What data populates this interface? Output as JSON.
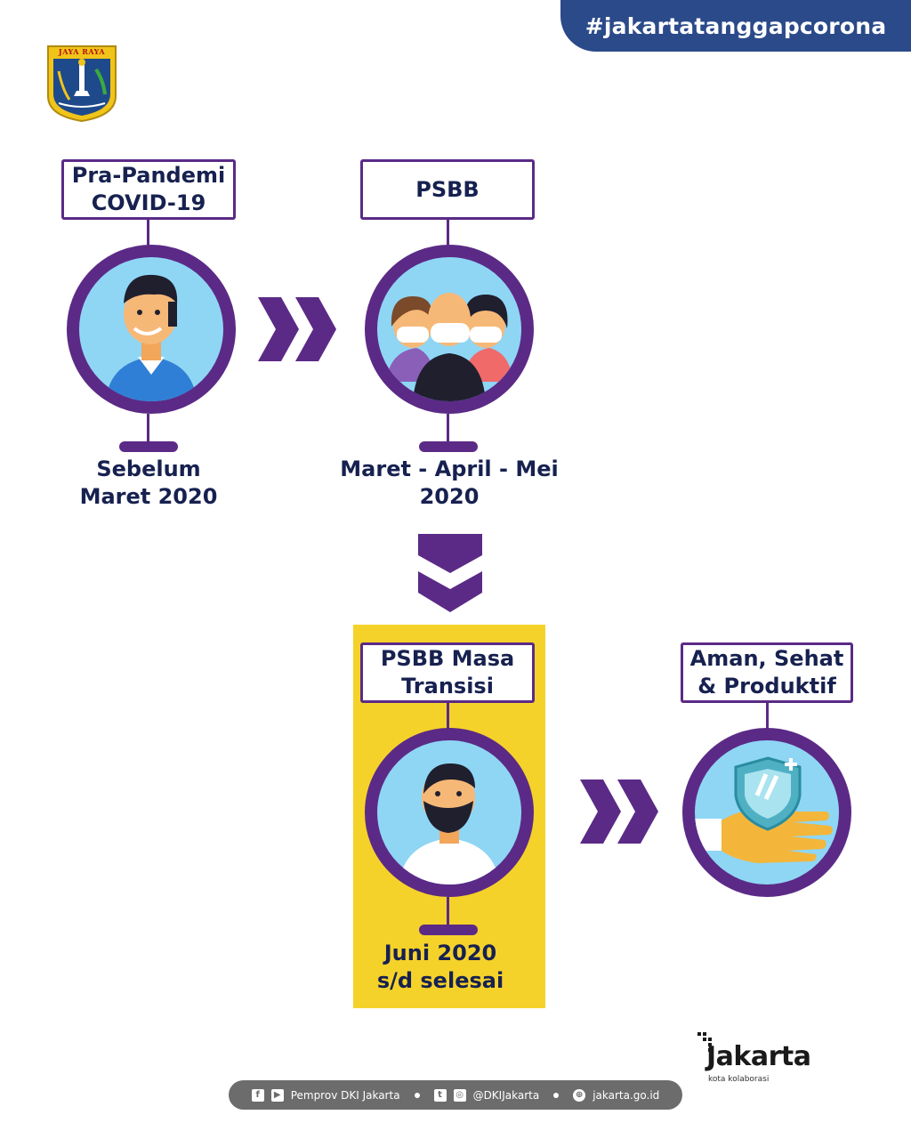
{
  "header": {
    "hashtag": "#jakartatanggapcorona"
  },
  "logo": {
    "text": "JAYA RAYA"
  },
  "stages": [
    {
      "title_line1": "Pra-Pandemi",
      "title_line2": "COVID-19",
      "date_line1": "Sebelum",
      "date_line2": "Maret 2020",
      "icon": "man-smiling-icon"
    },
    {
      "title_line1": "PSBB",
      "title_line2": "",
      "date_line1": "Maret - April - Mei",
      "date_line2": "2020",
      "icon": "masked-group-icon"
    },
    {
      "title_line1": "PSBB Masa",
      "title_line2": "Transisi",
      "date_line1": "Juni 2020",
      "date_line2": "s/d selesai",
      "icon": "masked-man-icon"
    },
    {
      "title_line1": "Aman, Sehat",
      "title_line2": "& Produktif",
      "date_line1": "",
      "date_line2": "",
      "icon": "shield-hand-icon"
    }
  ],
  "brand": {
    "name": "Jakarta",
    "tagline": "kota kolaborasi"
  },
  "footer": {
    "facebook_youtube": "Pemprov DKI Jakarta",
    "twitter_instagram": "@DKIJakarta",
    "website": "jakarta.go.id"
  },
  "colors": {
    "purple": "#5b2a86",
    "navy": "#172150",
    "yellow": "#f5d22a",
    "sky": "#8fd6f5",
    "header_blue": "#2b4a8a"
  }
}
